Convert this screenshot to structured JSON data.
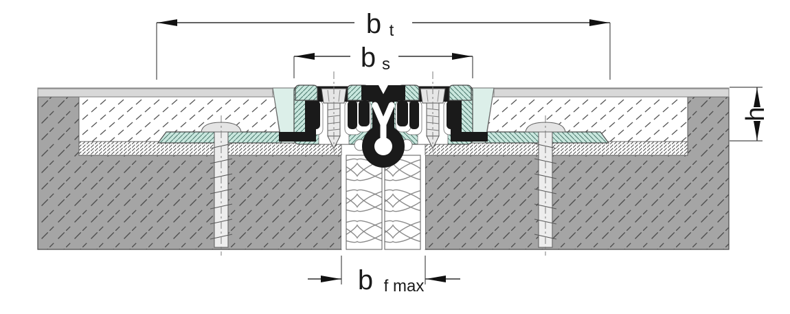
{
  "diagram": {
    "title_hint": "expansion joint profile cross-section",
    "dim_bt": {
      "symbol": "b",
      "subscript": "t"
    },
    "dim_bs": {
      "symbol": "b",
      "subscript": "s"
    },
    "dim_bf": {
      "symbol": "b",
      "subscript": "f max"
    },
    "dim_h": {
      "symbol": "h"
    },
    "colors": {
      "profile_aluminum_teal": "#c9e7de",
      "sealant_mint": "#dcefe9",
      "rubber_black": "#1a1a1a",
      "concrete_gray": "#a5a5a5",
      "covering_gray": "#d8d8d8",
      "insulation_outline": "#808080"
    }
  }
}
